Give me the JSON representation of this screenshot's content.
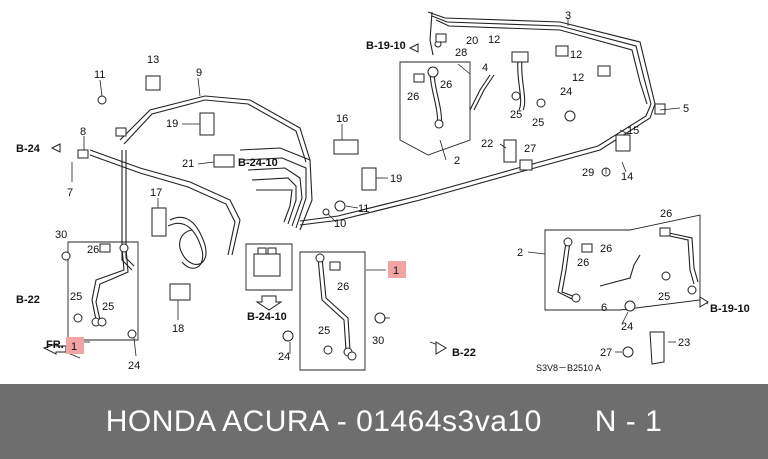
{
  "diagram": {
    "part_numbers": [
      "1",
      "1",
      "2",
      "2",
      "3",
      "4",
      "5",
      "6",
      "7",
      "8",
      "9",
      "10",
      "11",
      "11",
      "12",
      "12",
      "12",
      "13",
      "14",
      "15",
      "16",
      "17",
      "18",
      "19",
      "19",
      "20",
      "21",
      "22",
      "23",
      "24",
      "24",
      "24",
      "24",
      "25",
      "25",
      "25",
      "25",
      "25",
      "25",
      "26",
      "26",
      "26",
      "26",
      "26",
      "26",
      "26",
      "27",
      "27",
      "28",
      "29",
      "30",
      "30"
    ],
    "refs": {
      "b19_10_top": "B-19-10",
      "b24": "B-24",
      "b22_left": "B-22",
      "b24_10_upper": "B-24-10",
      "b24_10_lower": "B-24-10",
      "b22_right": "B-22",
      "b19_10_right": "B-19-10",
      "fr": "FR."
    },
    "callout_highlight_color": "#f4a3a3",
    "diagram_code": "S3V8－B2510 A"
  },
  "banner": {
    "text": "HONDA ACURA - 01464s3va10      N - 1",
    "background": "#6e6e6e",
    "color": "#ffffff"
  }
}
